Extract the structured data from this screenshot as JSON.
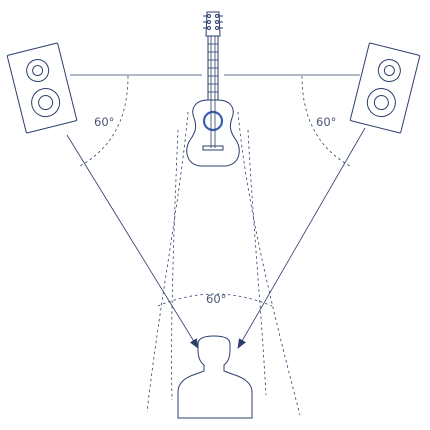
{
  "diagram": {
    "angle_left": "60°",
    "angle_right": "60°",
    "angle_listener": "60°",
    "colors": {
      "stroke": "#2b3f6b",
      "accent": "#3a5fb0",
      "text": "#4a5675",
      "background": "#ffffff"
    }
  }
}
